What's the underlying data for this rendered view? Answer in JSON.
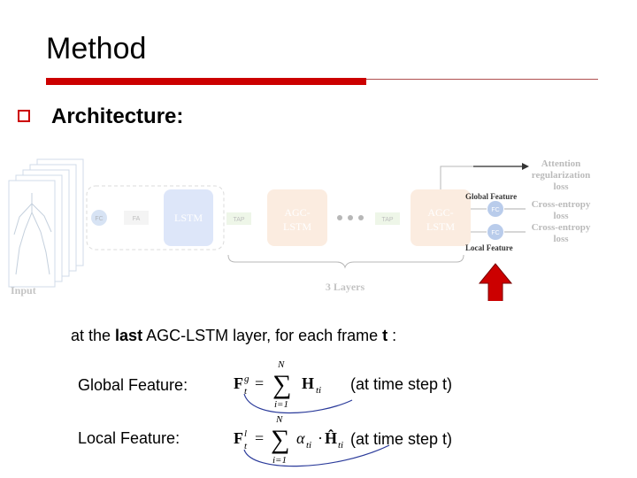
{
  "slide": {
    "title": "Method",
    "bullet": "Architecture:"
  },
  "figure": {
    "input_label": "Input",
    "blocks": {
      "fc": "FC",
      "fa": "FA",
      "lstm": "LSTM",
      "tap1": "TAP",
      "agc1_line1": "AGC-",
      "agc1_line2": "LSTM",
      "tap2": "TAP",
      "agc2_line1": "AGC-",
      "agc2_line2": "LSTM",
      "fc_global": "FC",
      "fc_local": "FC"
    },
    "global_feature": "Global Feature",
    "local_feature": "Local Feature",
    "attention_loss": [
      "Attention",
      "regularization",
      "loss"
    ],
    "ce_loss_1": [
      "Cross-entropy",
      "loss"
    ],
    "ce_loss_2": [
      "Cross-entropy",
      "loss"
    ],
    "layers_label": "3 Layers",
    "arrow_color": "#cc0000"
  },
  "caption": {
    "prefix": "at the ",
    "bold1": "last",
    "middle": " AGC-LSTM layer, for each frame ",
    "bold2": "t",
    "suffix": " :"
  },
  "features": {
    "global_label": "Global Feature:",
    "local_label": "Local Feature:",
    "global_note": "(at time step t)",
    "local_note": "(at time step t)"
  },
  "equations": {
    "sum_top": "N",
    "sum_bottom": "i=1",
    "equals": "=",
    "sigma": "∑",
    "global_lhs": "F",
    "global_lhs_sup": "g",
    "global_lhs_sub": "t",
    "global_rhs": "H",
    "global_rhs_sub": "ti",
    "local_lhs": "F",
    "local_lhs_sup": "l",
    "local_lhs_sub": "t",
    "local_alpha": "α",
    "local_alpha_sub": "ti",
    "local_dot": "·",
    "local_rhs": "Ĥ",
    "local_rhs_sub": "ti"
  }
}
